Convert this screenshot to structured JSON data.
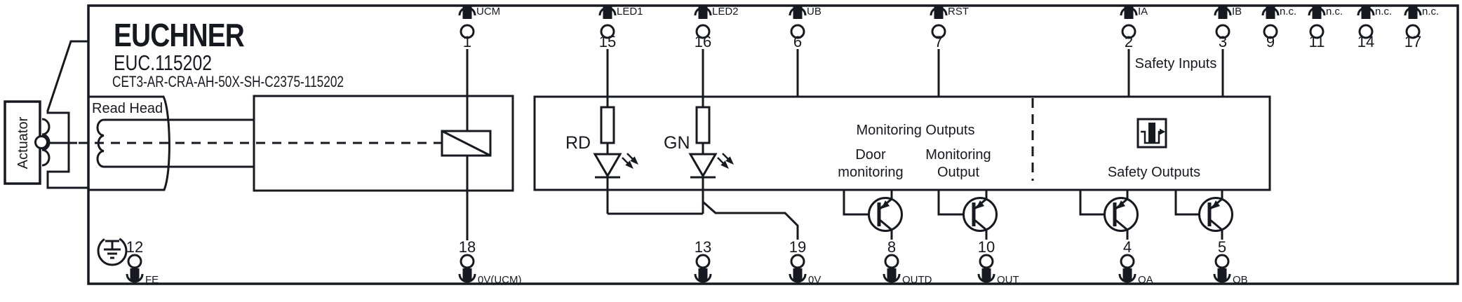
{
  "product": {
    "brand": "EUCHNER",
    "order_code": "EUC.115202",
    "type_code": "CET3-AR-CRA-AH-50X-SH-C2375-115202"
  },
  "labels": {
    "actuator": "Actuator",
    "read_head": "Read Head",
    "led1_color": "RD",
    "led2_color": "GN",
    "monitoring_outputs": "Monitoring Outputs",
    "door_monitoring_line1": "Door",
    "door_monitoring_line2": "monitoring",
    "monitoring_output_line1": "Monitoring",
    "monitoring_output_line2": "Output",
    "safety_inputs": "Safety Inputs",
    "safety_outputs": "Safety Outputs"
  },
  "terminals": {
    "top": [
      {
        "pin": "1",
        "signal": "UCM"
      },
      {
        "pin": "15",
        "signal": "LED1"
      },
      {
        "pin": "16",
        "signal": "LED2"
      },
      {
        "pin": "6",
        "signal": "UB"
      },
      {
        "pin": "7",
        "signal": "RST"
      },
      {
        "pin": "2",
        "signal": "IA"
      },
      {
        "pin": "3",
        "signal": "IB"
      },
      {
        "pin": "9",
        "signal": "n.c."
      },
      {
        "pin": "11",
        "signal": "n.c."
      },
      {
        "pin": "14",
        "signal": "n.c."
      },
      {
        "pin": "17",
        "signal": "n.c."
      }
    ],
    "bottom": [
      {
        "pin": "12",
        "signal": "FE"
      },
      {
        "pin": "18",
        "signal": "0V(UCM)"
      },
      {
        "pin": "13",
        "signal": ""
      },
      {
        "pin": "19",
        "signal": "0V"
      },
      {
        "pin": "8",
        "signal": "OUTD"
      },
      {
        "pin": "10",
        "signal": "OUT"
      },
      {
        "pin": "4",
        "signal": "OA"
      },
      {
        "pin": "5",
        "signal": "OB"
      }
    ]
  },
  "colors": {
    "line": "#161a20",
    "background": "#ffffff"
  }
}
